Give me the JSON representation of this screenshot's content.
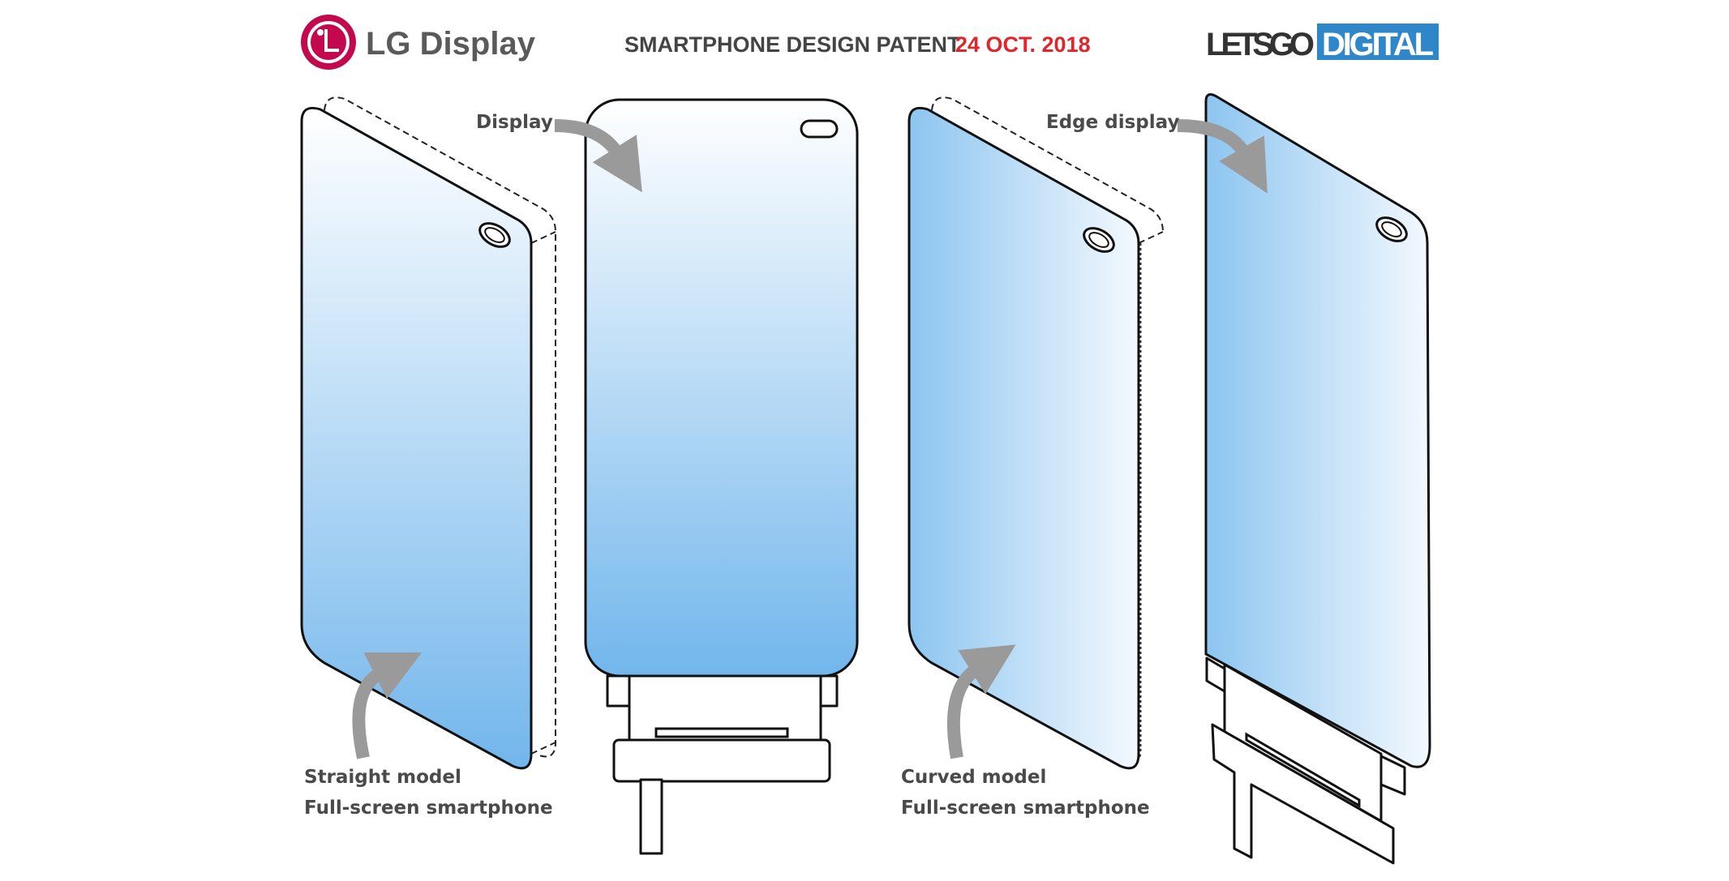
{
  "header": {
    "brand_left": "LG Display",
    "title": "SMARTPHONE DESIGN PATENT",
    "date": "24 OCT. 2018",
    "brand_right_a": "LETSGO",
    "brand_right_b": "DIGITAL"
  },
  "labels": {
    "display": "Display",
    "edge_display": "Edge display",
    "straight_model": "Straight model",
    "straight_sub": "Full-screen smartphone",
    "curved_model": "Curved model",
    "curved_sub": "Full-screen smartphone"
  },
  "colors": {
    "lg_red": "#c4084f",
    "date_red": "#e0262b",
    "digital_blue": "#2f86c8",
    "screen_blue": "#7bbcee",
    "arrow_grey": "#9a9a9a"
  }
}
